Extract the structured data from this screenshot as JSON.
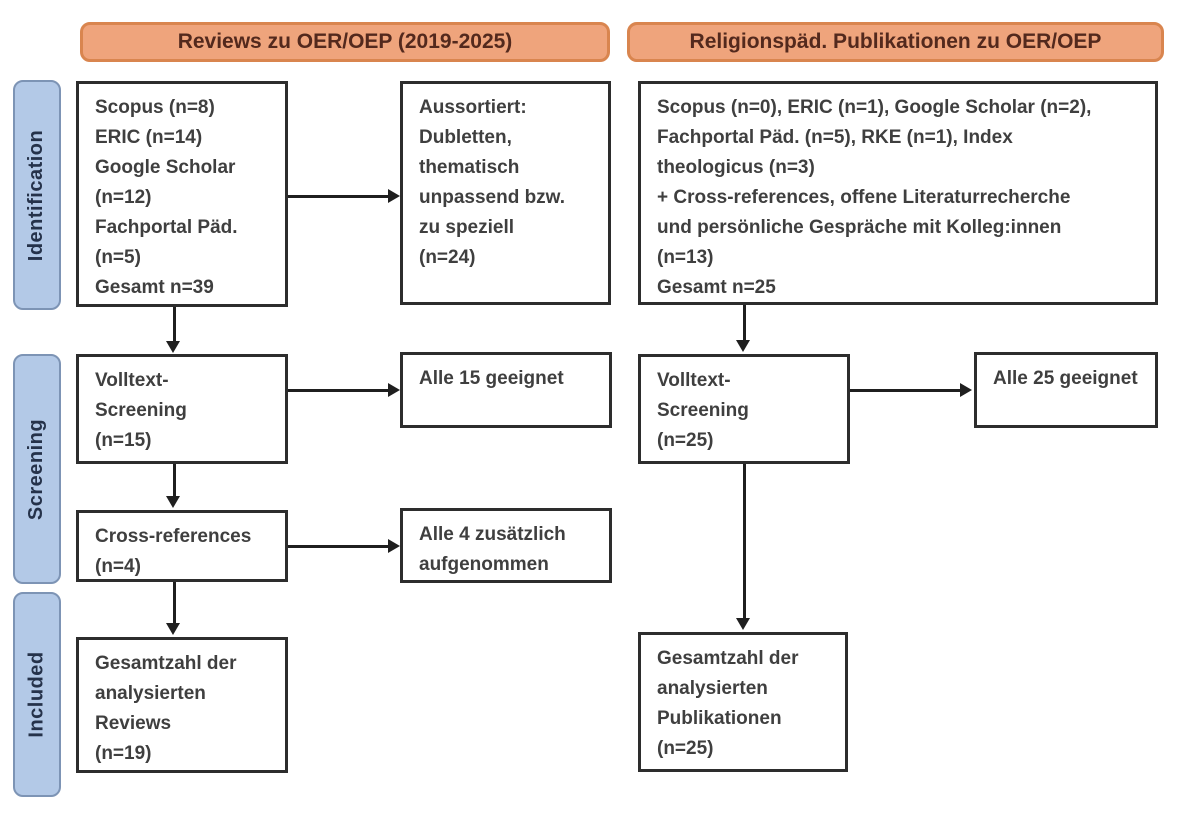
{
  "headers": {
    "left": "Reviews zu OER/OEP (2019-2025)",
    "right": "Religionspäd. Publikationen zu OER/OEP"
  },
  "sidebar": {
    "stages": [
      {
        "label": "Identification"
      },
      {
        "label": "Screening"
      },
      {
        "label": "Included"
      }
    ]
  },
  "boxes": {
    "l_identification": "Scopus (n=8)\nERIC (n=14)\nGoogle Scholar\n(n=12)\nFachportal Päd.\n(n=5)\nGesamt n=39",
    "l_sorted_out": "Aussortiert:\nDubletten,\nthematisch\nunpassend bzw.\nzu speziell\n(n=24)",
    "l_fulltext": "Volltext-\nScreening\n(n=15)",
    "l_fulltext_result": "Alle 15 geeignet",
    "l_crossref": "Cross-references\n(n=4)",
    "l_crossref_result": "Alle 4 zusätzlich\naufgenommen",
    "l_included_total": "Gesamtzahl der\nanalysierten\nReviews\n(n=19)",
    "r_identification": "Scopus (n=0), ERIC (n=1), Google Scholar (n=2),\nFachportal Päd. (n=5), RKE (n=1), Index\ntheologicus (n=3)\n+ Cross-references, offene Literaturrecherche\nund persönliche Gespräche mit Kolleg:innen\n(n=13)\nGesamt n=25",
    "r_fulltext": "Volltext-\nScreening\n(n=25)",
    "r_fulltext_result": "Alle 25 geeignet",
    "r_included_total": "Gesamtzahl der\nanalysierten\nPublikationen\n(n=25)"
  },
  "colors": {
    "header_fill": "#efa47c",
    "header_border": "#d9854f",
    "header_text": "#53291d",
    "stage_fill": "#b3c9e7",
    "stage_border": "#7d94b5",
    "stage_text": "#25324a",
    "box_border": "#2d2d2d",
    "box_text": "#3f3f3f",
    "arrow": "#1f1f1f"
  }
}
